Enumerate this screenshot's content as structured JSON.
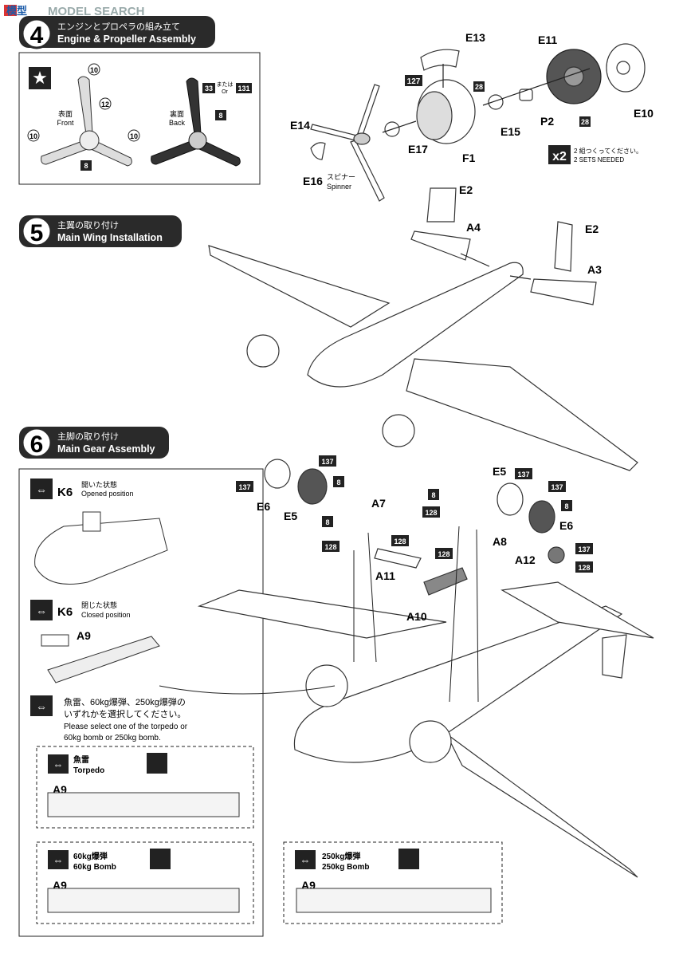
{
  "watermark": "MODEL SEARCH",
  "watermark_cn": "模型",
  "step4": {
    "number": "4",
    "title_jp": "エンジンとプロペラの組み立て",
    "title_en": "Engine & Propeller Assembly",
    "callout": {
      "front_jp": "表面",
      "front_en": "Front",
      "back_jp": "裏面",
      "back_en": "Back",
      "or_jp": "または",
      "or_en": "Or",
      "n10": "10",
      "n12": "12",
      "n8": "8",
      "n33": "33",
      "n131": "131"
    },
    "parts": {
      "e13": "E13",
      "e11": "E11",
      "n127": "127",
      "n28a": "28",
      "n28b": "28",
      "e10": "E10",
      "e14": "E14",
      "e17": "E17",
      "e15": "E15",
      "p2": "P2",
      "f1": "F1",
      "e16": "E16",
      "spinner_jp": "スピナー",
      "spinner_en": "Spinner"
    },
    "x2": "x2",
    "x2_jp": "2 組つくってください。",
    "x2_en": "2 SETS NEEDED"
  },
  "step5": {
    "number": "5",
    "title_jp": "主翼の取り付け",
    "title_en": "Main Wing Installation",
    "parts": {
      "e2a": "E2",
      "a4": "A4",
      "e2b": "E2",
      "a3": "A3"
    }
  },
  "step6": {
    "number": "6",
    "title_jp": "主脚の取り付け",
    "title_en": "Main Gear Assembly",
    "opened": {
      "part": "K6",
      "jp": "開いた状態",
      "en": "Opened position"
    },
    "closed": {
      "part": "K6",
      "jp": "閉じた状態",
      "en": "Closed position",
      "a9": "A9"
    },
    "select_jp_1": "魚雷、60kg爆弾、250kg爆弾の",
    "select_jp_2": "いずれかを選択してください。",
    "select_en_1": "Please select one of the torpedo or",
    "select_en_2": "60kg bomb or 250kg bomb.",
    "torpedo": {
      "jp": "魚雷",
      "en": "Torpedo",
      "part": "A9"
    },
    "bomb60": {
      "jp": "60kg爆弾",
      "en": "60kg Bomb",
      "part": "A9"
    },
    "bomb250": {
      "jp": "250kg爆弾",
      "en": "250kg Bomb",
      "part": "A9"
    },
    "parts": {
      "n137a": "137",
      "n137b": "137",
      "n8a": "8",
      "e6a": "E6",
      "e5a": "E5",
      "a7": "A7",
      "n8b": "8",
      "n128a": "128",
      "n128b": "128",
      "a11": "A11",
      "n128c": "128",
      "a10": "A10",
      "n8c": "8",
      "n128d": "128",
      "a8": "A8",
      "e5b": "E5",
      "n137c": "137",
      "n137d": "137",
      "n8d": "8",
      "e6b": "E6",
      "a12": "A12",
      "n137e": "137",
      "n128e": "128"
    }
  }
}
